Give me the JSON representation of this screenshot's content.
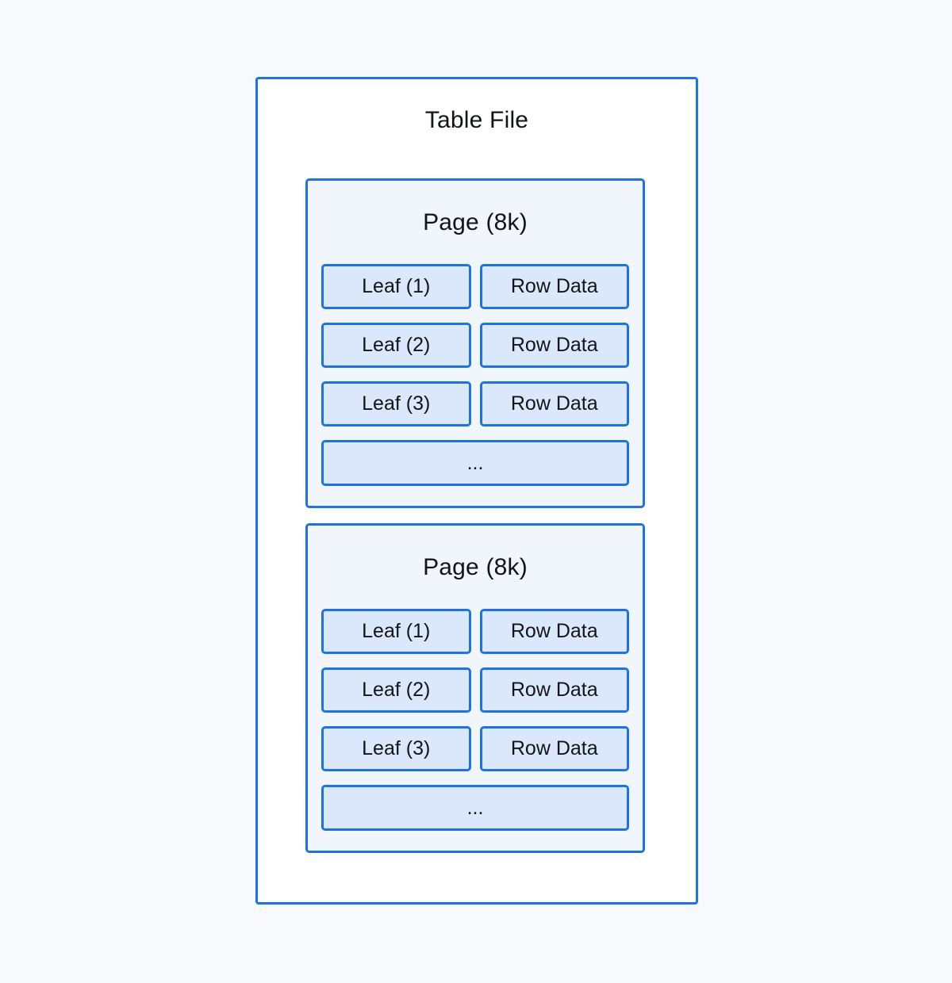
{
  "diagram": {
    "title": "Table File",
    "pages": [
      {
        "label": "Page (8k)",
        "rows": [
          {
            "leaf": "Leaf (1)",
            "row": "Row Data"
          },
          {
            "leaf": "Leaf (2)",
            "row": "Row Data"
          },
          {
            "leaf": "Leaf (3)",
            "row": "Row Data"
          }
        ],
        "ellipsis": "..."
      },
      {
        "label": "Page (8k)",
        "rows": [
          {
            "leaf": "Leaf (1)",
            "row": "Row Data"
          },
          {
            "leaf": "Leaf (2)",
            "row": "Row Data"
          },
          {
            "leaf": "Leaf (3)",
            "row": "Row Data"
          }
        ],
        "ellipsis": "..."
      }
    ],
    "colors": {
      "border": "#1a73e8",
      "canvas_background": "#f7f9fc",
      "table_file_fill": "#ffffff",
      "page_fill": "#f1f6fd",
      "cell_fill": "#dbe8fb",
      "text": "#111418"
    }
  }
}
